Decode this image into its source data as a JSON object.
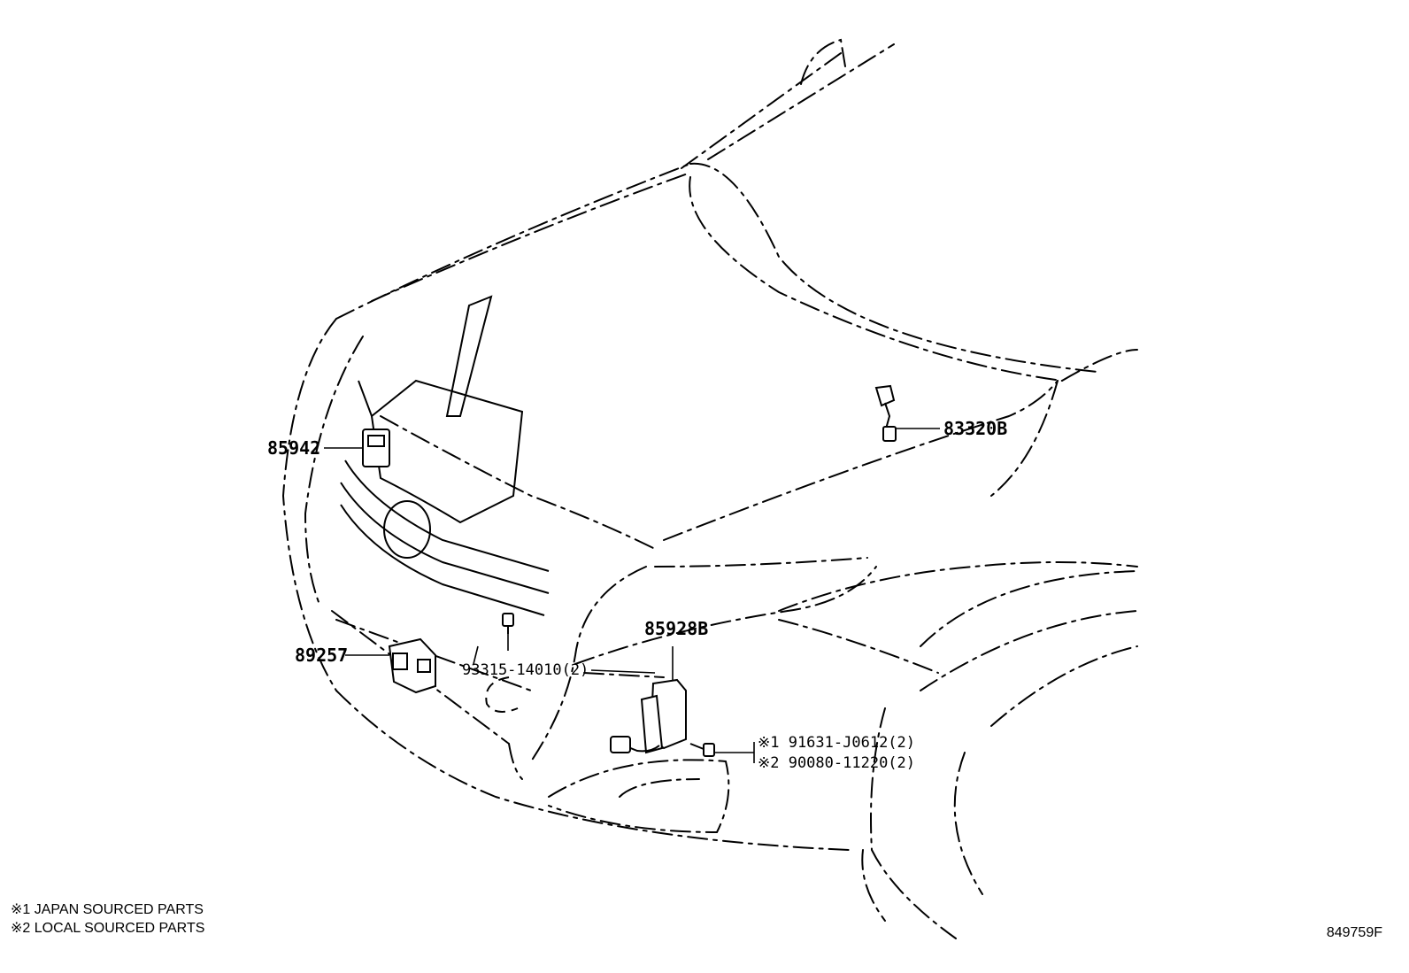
{
  "diagram": {
    "callouts": {
      "p85942": "85942",
      "p83320b": "83320B",
      "p89257": "89257",
      "p93315": "93315-14010(2)",
      "p85928b": "85928B",
      "p91631": "※1 91631-J0612(2)",
      "p90080": "※2 90080-11220(2)"
    },
    "footnotes": [
      "※1 JAPAN SOURCED PARTS",
      "※2 LOCAL SOURCED PARTS"
    ],
    "diagram_id": "849759F"
  }
}
